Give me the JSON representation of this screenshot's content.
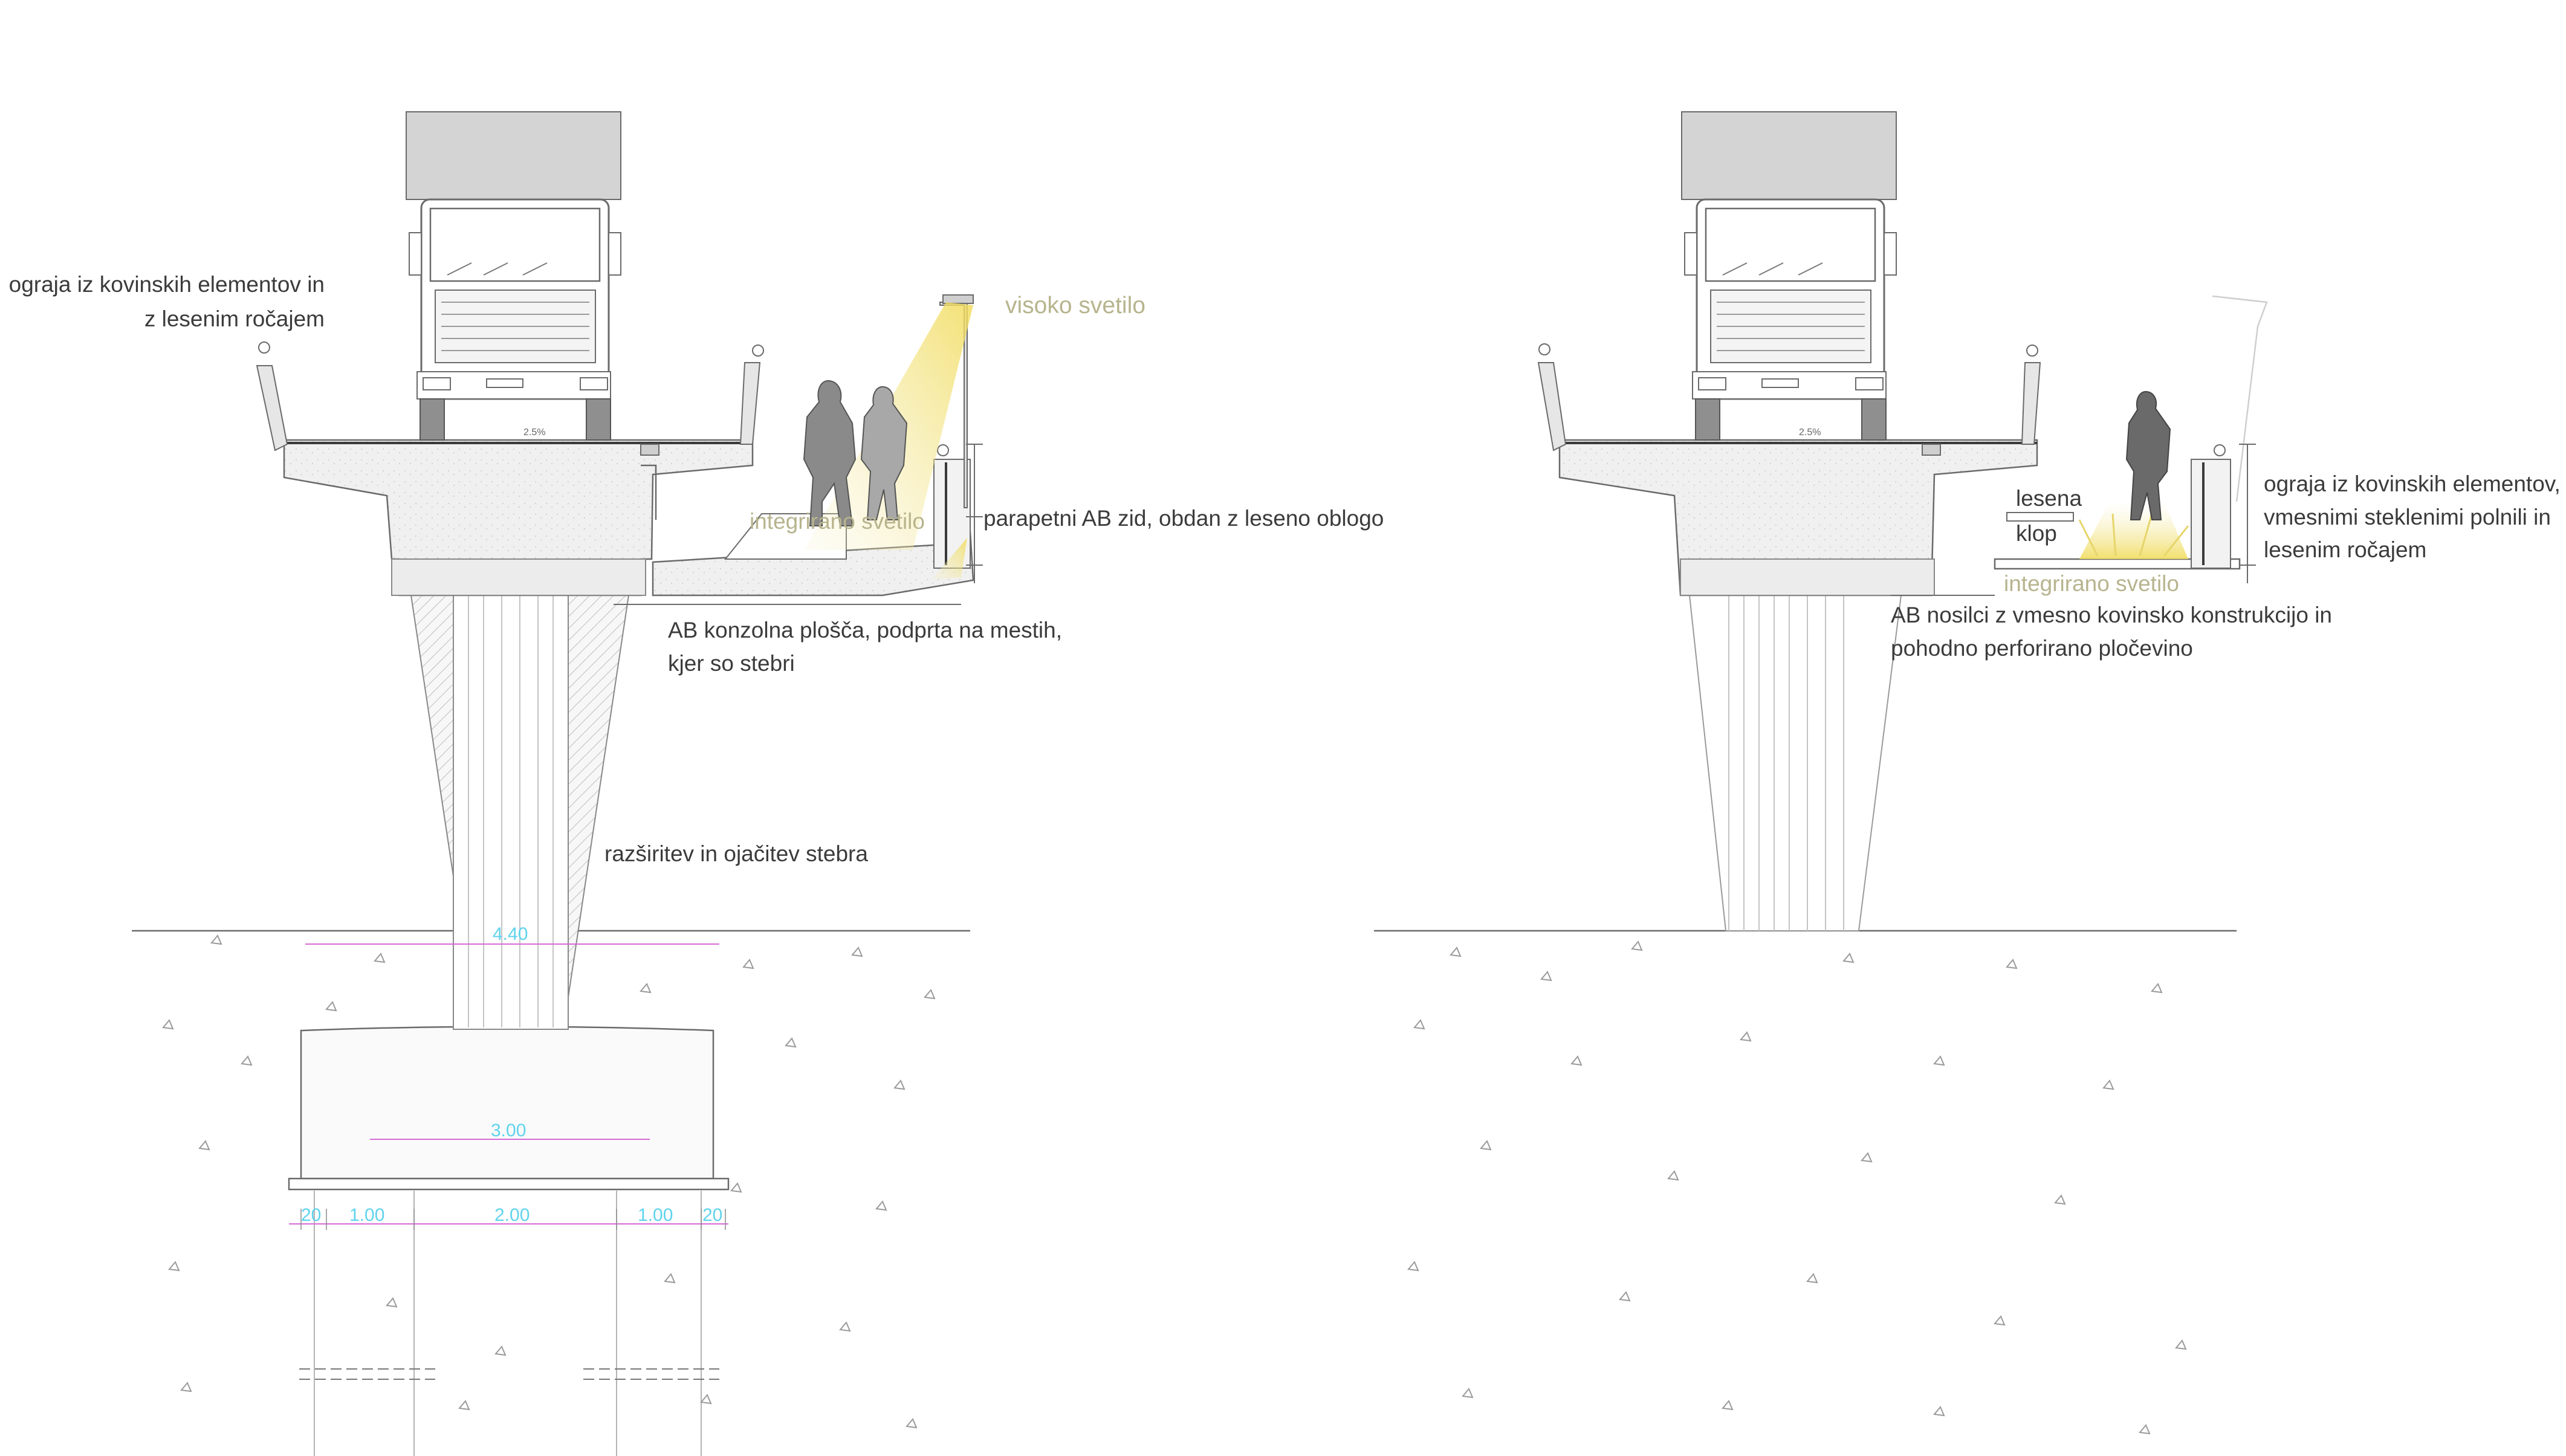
{
  "colors": {
    "label_dark": "#3b3b3b",
    "label_light": "#b7b48e",
    "dimension": "#5fd3ec",
    "dimension_line": "#d66bd6",
    "light_cone": "#f2e07a",
    "truck": "#bfbfbf"
  },
  "left_section": {
    "labels": {
      "railing": "ograja iz kovinskih elementov in",
      "railing_2": "z lesenim ročajem",
      "high_light": "visoko svetilo",
      "integrated_light": "integrirano svetilo",
      "parapet": "parapetni AB zid, obdan z leseno oblogo",
      "cantilever": "AB konzolna plošča, podprta na mestih,",
      "cantilever_2": "kjer so stebri",
      "column": "razširitev in ojačitev stebra",
      "slope": "2.5%"
    },
    "dimensions": {
      "column_width": "4.40",
      "footing_width": "3.00",
      "d1": "20",
      "d2": "1.00",
      "d3": "2.00",
      "d4": "1.00",
      "d5": "20"
    }
  },
  "right_section": {
    "labels": {
      "railing": "ograja iz kovinskih elementov,",
      "railing_2": "vmesnimi steklenimi polnili in",
      "railing_3": "lesenim ročajem",
      "bench": "lesena",
      "bench_2": "klop",
      "integrated_light": "integrirano svetilo",
      "beams": "AB nosilci z vmesno kovinsko konstrukcijo in",
      "beams_2": "pohodno perforirano pločevino",
      "slope": "2.5%"
    }
  }
}
